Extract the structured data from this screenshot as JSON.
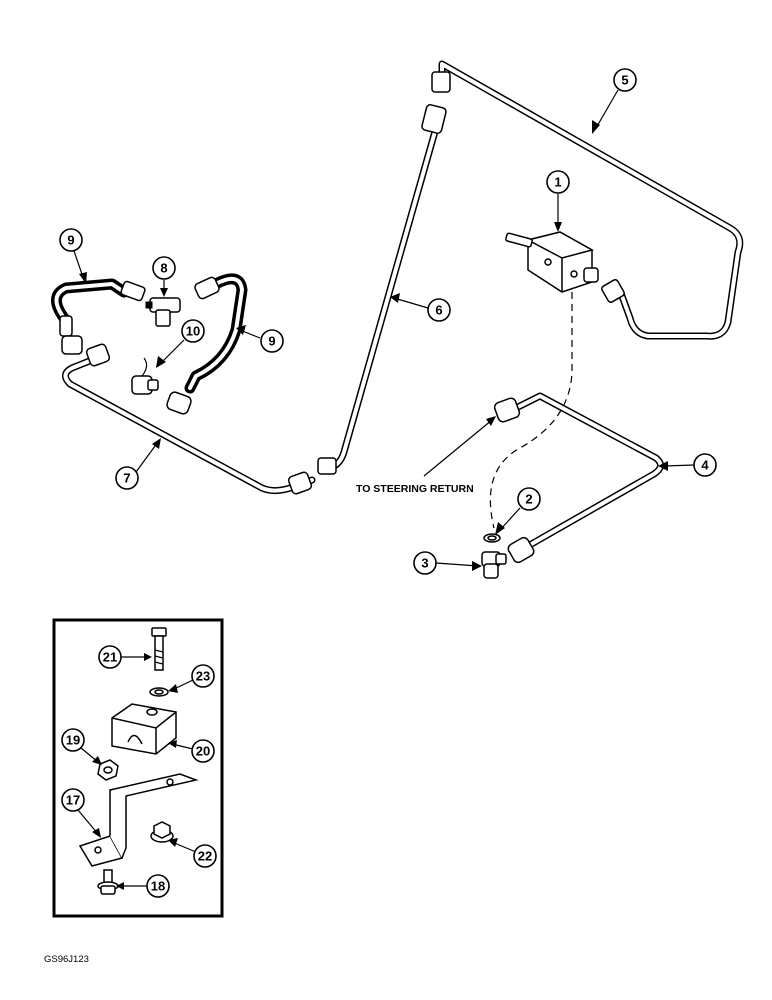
{
  "callouts": {
    "c1": "1",
    "c2": "2",
    "c3": "3",
    "c4": "4",
    "c5": "5",
    "c6": "6",
    "c7": "7",
    "c8": "8",
    "c9a": "9",
    "c9b": "9",
    "c10": "10",
    "c17": "17",
    "c18": "18",
    "c19": "19",
    "c20": "20",
    "c21": "21",
    "c22": "22",
    "c23": "23"
  },
  "note": "TO STEERING RETURN",
  "figure_code": "GS96J123"
}
